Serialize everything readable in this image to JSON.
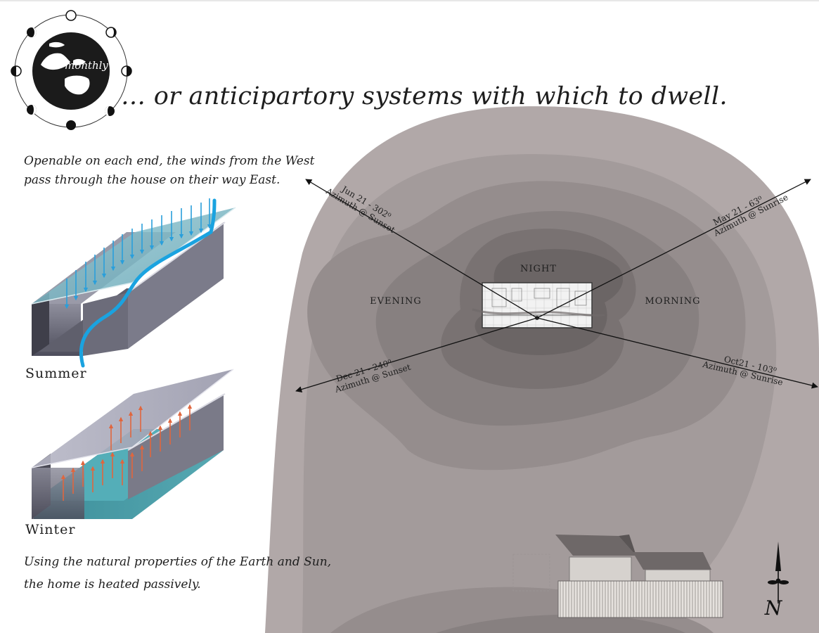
{
  "title": "… or anticipartory systems with which to dwell.",
  "badge": {
    "label": "monthly"
  },
  "captions": {
    "wind_line1": "Openable on each end, the winds from the West",
    "wind_line2": "pass through the house on their way East.",
    "sun_line1": "Using the natural properties of the Earth and Sun,",
    "sun_line2": "the home is heated passively."
  },
  "diagrams": {
    "summer": "Summer",
    "winter": "Winter"
  },
  "zones": {
    "night": "NIGHT",
    "evening": "EVENING",
    "morning": "MORNING"
  },
  "azimuths": {
    "jun": {
      "date": "Jun 21 - 302⁰",
      "desc": "Azimuth @ Sunset"
    },
    "may": {
      "date": "May 21 - 63⁰",
      "desc": "Azimuth @ Sunrise"
    },
    "dec": {
      "date": "Dec 21 - 240⁰",
      "desc": "Azimuth @ Sunset"
    },
    "oct": {
      "date": "Oct21 - 103⁰",
      "desc": "Azimuth @ Sunrise"
    }
  },
  "north_label": "N",
  "colors": {
    "contour_1": "#b1a8a8",
    "contour_2": "#a39b9b",
    "contour_3": "#958d8d",
    "contour_4": "#878080",
    "contour_5": "#797272",
    "contour_6": "#6b6565",
    "summer_arrows": "#2a9fdb",
    "winter_arrows": "#e0663e",
    "glass": "#7ab8c4",
    "channel": "#5a5a66"
  }
}
